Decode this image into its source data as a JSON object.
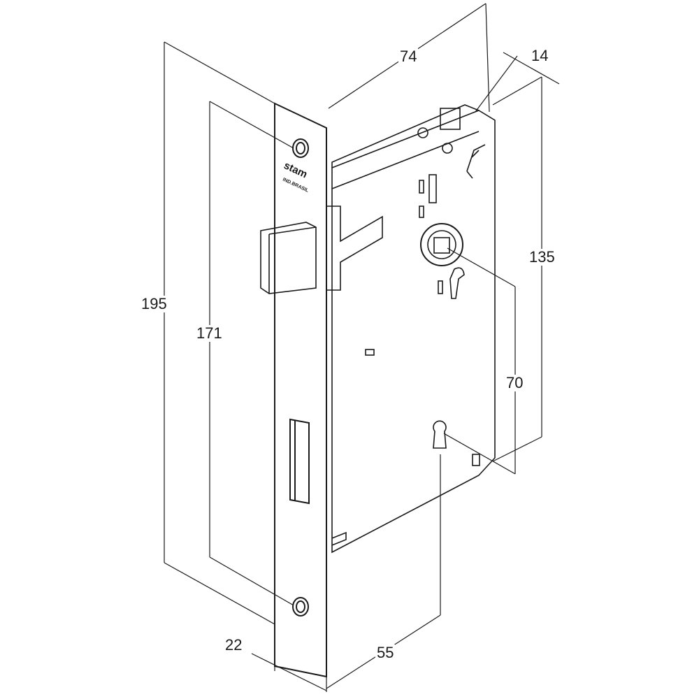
{
  "title": "Mortise lock dimension drawing",
  "brand": {
    "logo": "stam",
    "sub": "IND.BRASIL"
  },
  "dimensions": {
    "overall_height": "195",
    "screw_spacing": "171",
    "case_depth": "74",
    "case_thickness": "14",
    "case_height": "135",
    "handle_to_key": "70",
    "backset": "55",
    "faceplate_width": "22"
  },
  "colors": {
    "line": "#1a1a1a",
    "background": "#ffffff"
  }
}
